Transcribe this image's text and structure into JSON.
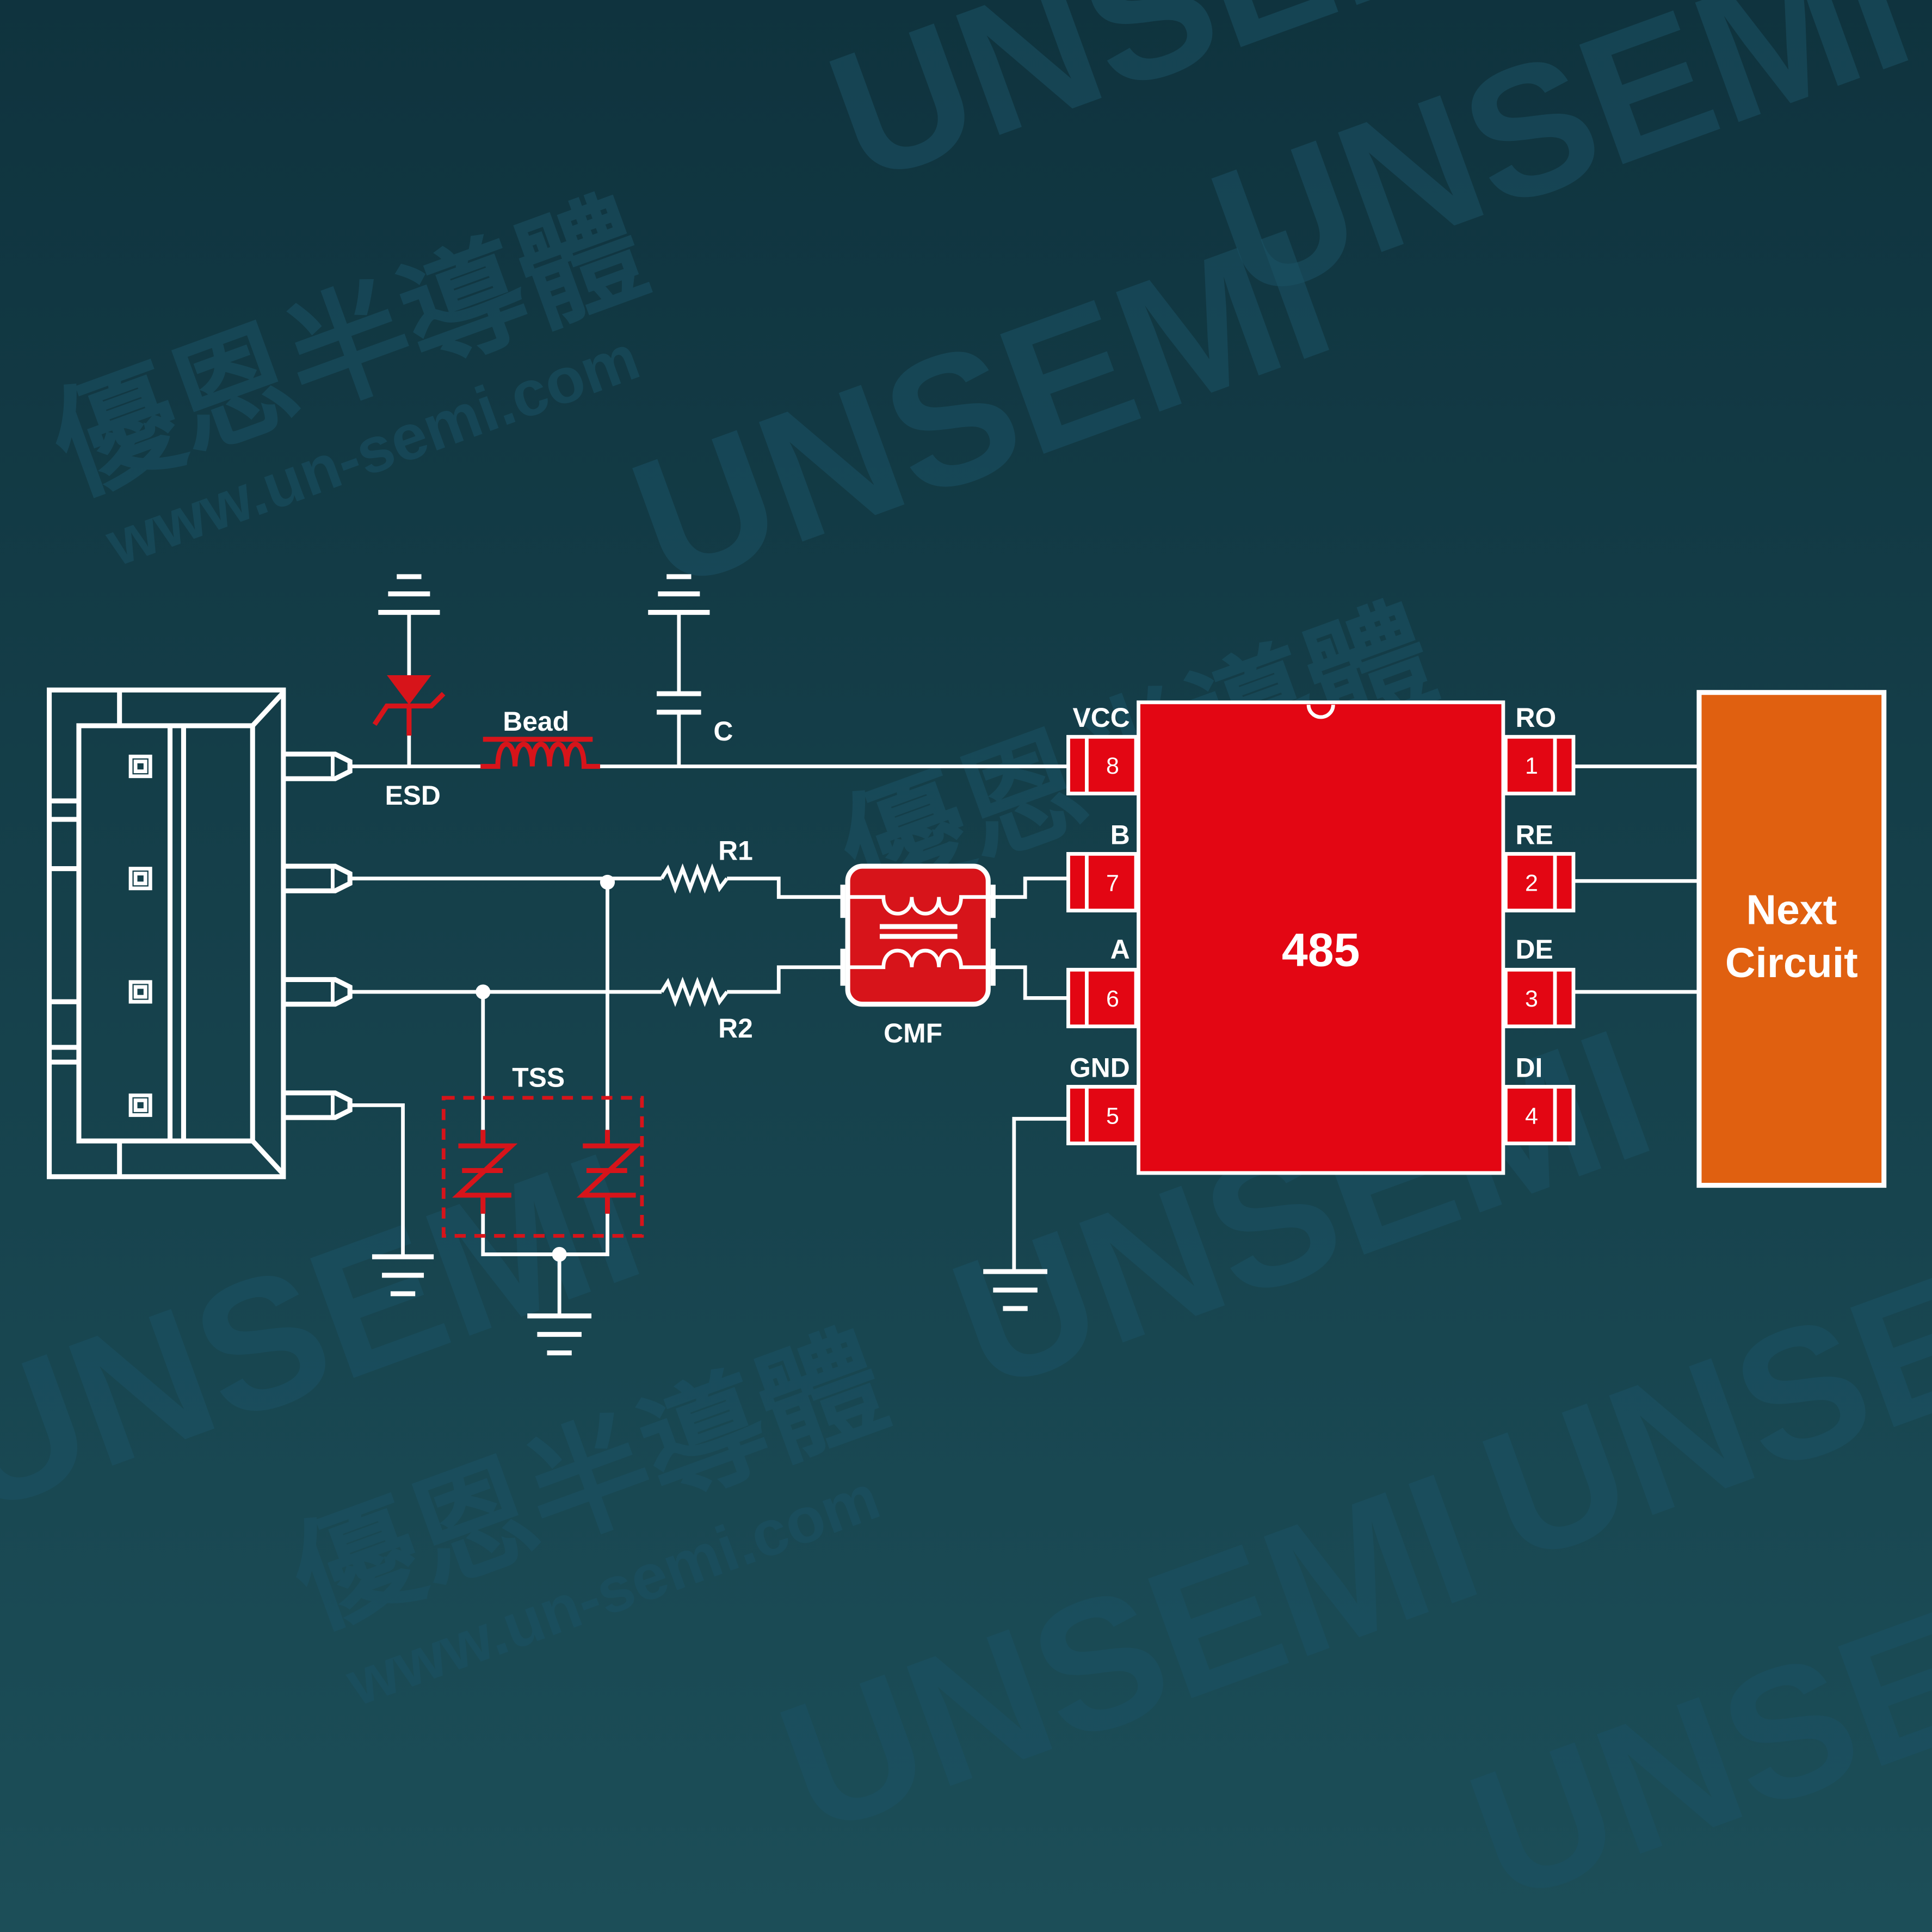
{
  "watermark": {
    "logo": "UNSEMI",
    "chinese": "優恩半導體",
    "url": "www.un-semi.com"
  },
  "colors": {
    "ic": "#e30613",
    "protection": "#d7141a",
    "next": "#e06010",
    "wire": "#ffffff"
  },
  "labels": {
    "esd": "ESD",
    "bead": "Bead",
    "cap": "C",
    "r1": "R1",
    "r2": "R2",
    "cmf": "CMF",
    "tss": "TSS"
  },
  "ic": {
    "name": "485",
    "left_pins": [
      {
        "label": "VCC",
        "num": "8"
      },
      {
        "label": "B",
        "num": "7"
      },
      {
        "label": "A",
        "num": "6"
      },
      {
        "label": "GND",
        "num": "5"
      }
    ],
    "right_pins": [
      {
        "label": "RO",
        "num": "1"
      },
      {
        "label": "RE",
        "num": "2"
      },
      {
        "label": "DE",
        "num": "3"
      },
      {
        "label": "DI",
        "num": "4"
      }
    ]
  },
  "next_circuit": {
    "line1": "Next",
    "line2": "Circuit"
  }
}
